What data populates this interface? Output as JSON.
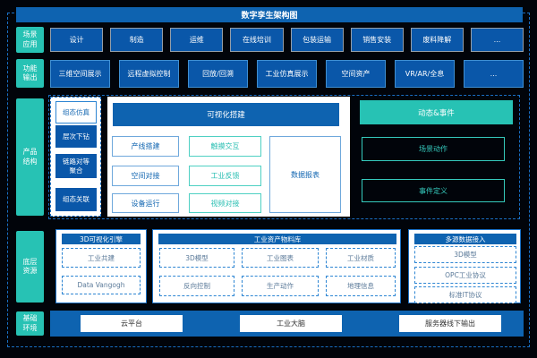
{
  "title": "数字孪生架构图",
  "colors": {
    "background": "#01040a",
    "accent_blue": "#0e63b0",
    "box_blue": "#0a57a9",
    "teal": "#27c2b4",
    "dashed_border_blue": "#1a6fc4"
  },
  "scene": {
    "label": "场景应用",
    "items": [
      "设计",
      "制造",
      "运维",
      "在线培训",
      "包装运输",
      "销售安装",
      "废料降解",
      "..."
    ]
  },
  "function": {
    "label": "功能输出",
    "items": [
      "三维空间展示",
      "远程虚拟控制",
      "回放/回溯",
      "工业仿真展示",
      "空间资产",
      "VR/AR/全息",
      "..."
    ]
  },
  "product": {
    "label": "产品结构",
    "side": {
      "items": [
        "组态仿真",
        "层次下钻",
        "链路对等聚合",
        "组态关联"
      ]
    },
    "visual": {
      "header": "可视化搭建",
      "build_items": [
        "产线搭建",
        "空间对接",
        "设备运行"
      ],
      "interact_items": [
        "触摸交互",
        "工业反馈",
        "视频对接"
      ],
      "report": "数据报表"
    },
    "dynamic": {
      "header": "动态&事件",
      "items": [
        "场景动作",
        "事件定义"
      ]
    }
  },
  "resources": {
    "label": "底层资源",
    "panels": [
      {
        "header": "3D可视化引擎",
        "items": [
          "工业共建",
          "Data Vangogh"
        ]
      },
      {
        "header": "工业资产物料库",
        "items": [
          "3D模型",
          "工业图表",
          "工业材质",
          "反向控制",
          "生产动作",
          "地理信息"
        ]
      },
      {
        "header": "多源数据接入",
        "items": [
          "3D模型",
          "OPC工业协议",
          "标准IT协议"
        ]
      }
    ]
  },
  "environment": {
    "label": "基础环境",
    "items": [
      "云平台",
      "工业大脑",
      "服务器线下输出"
    ]
  }
}
